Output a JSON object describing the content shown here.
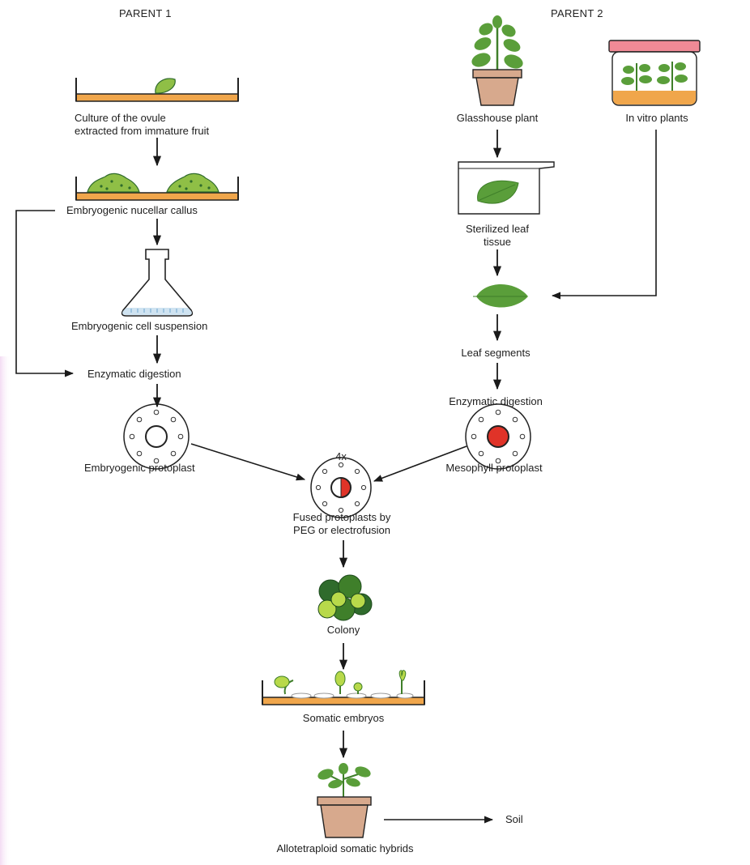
{
  "headers": {
    "parent1": "PARENT 1",
    "parent2": "PARENT 2"
  },
  "labels": {
    "ovule_culture_line1": "Culture of the ovule",
    "ovule_culture_line2": "extracted from immature fruit",
    "nucellar_callus": "Embryogenic nucellar callus",
    "cell_suspension": "Embryogenic cell suspension",
    "enzymatic_digestion_left": "Enzymatic digestion",
    "embryogenic_protoplast": "Embryogenic protoplast",
    "glasshouse_plant": "Glasshouse plant",
    "in_vitro_plants": "In vitro plants",
    "sterilized_leaf_line1": "Sterilized leaf",
    "sterilized_leaf_line2": "tissue",
    "leaf_segments": "Leaf segments",
    "enzymatic_digestion_right": "Enzymatic digestion",
    "mesophyll_protoplast": "Mesophyll protoplast",
    "magnification": "4x",
    "fused_line1": "Fused protoplasts by",
    "fused_line2": "PEG or electrofusion",
    "colony": "Colony",
    "somatic_embryos": "Somatic embryos",
    "soil": "Soil",
    "hybrids": "Allotetraploid somatic hybrids"
  },
  "colors": {
    "medium": "#f0a64b",
    "leaf": "#5a9e3a",
    "dark_leaf": "#3f7f2a",
    "callus": "#8fbf46",
    "pot": "#d7a98d",
    "lid": "#f08a96",
    "protoplast_red": "#e03328",
    "colony_dark": "#2f6b2c",
    "colony_light": "#b8d94a",
    "arrow": "#1a1a1a",
    "left_tint": "#f7e6f7"
  }
}
